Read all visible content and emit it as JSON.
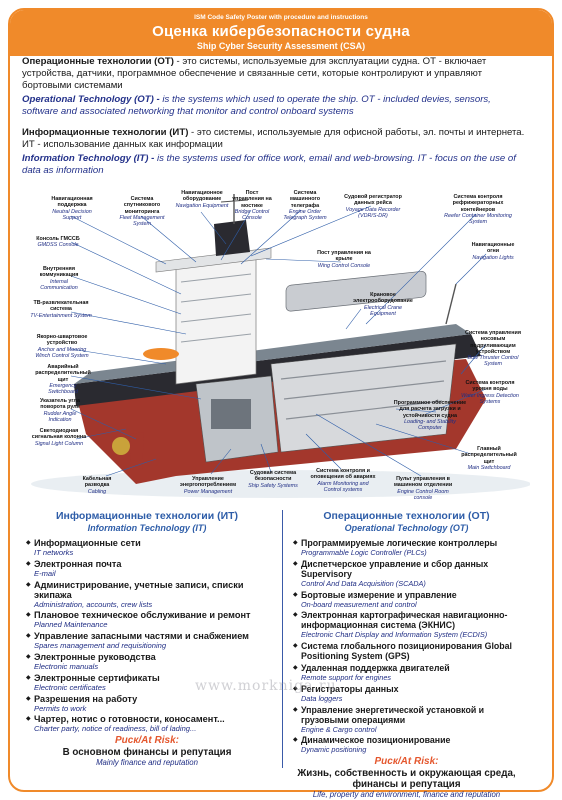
{
  "header": {
    "top_line": "ISM Code Safety Poster with procedure and instructions",
    "title": "Оценка кибербезопасности судна",
    "subtitle": "Ship Cyber Security Assessment (CSA)"
  },
  "intro": {
    "ot_ru_term": "Операционные технологии (ОТ)",
    "ot_ru_text": " - это системы, используемые для эксплуатации судна. ОТ - включает устройства, датчики, программное обеспечение и связанные сети, которые контролируют и управляют бортовыми системами",
    "ot_en_term": "Operational Technology (OT) -",
    "ot_en_text": " is the systems which used to operate the ship. OT - included devies, sensors, software and associated networking that monitor and control onboard systems",
    "it_ru_term": "Информационные технологии (ИТ)",
    "it_ru_text": " - это системы, используемые для офисной работы, эл. почты и интернета. ИТ - использование данных как информации",
    "it_en_term": "Information Technology (IT) -",
    "it_en_text": " is the systems used for office work, email and web-browsing. IT - focus on the use of data as information"
  },
  "labels": [
    {
      "ru": "Навигационная поддержка",
      "en": "Neutral Decision Support"
    },
    {
      "ru": "Система спутникового мониторинга",
      "en": "Fleet Management System"
    },
    {
      "ru": "Навигационное оборудование",
      "en": "Navigation Equipment"
    },
    {
      "ru": "Пост управления на мостике",
      "en": "Bridge Control Console"
    },
    {
      "ru": "Система машинного телеграфа",
      "en": "Engine Order Telegraph System"
    },
    {
      "ru": "Судовой регистратор данных рейса",
      "en": "Voyage Data Recorder (VDR/S-DR)"
    },
    {
      "ru": "Система контроля рефрижераторных контейнеров",
      "en": "Reefer Container Monitoring System"
    },
    {
      "ru": "Консоль ГМССБ",
      "en": "GMDSS Console"
    },
    {
      "ru": "Пост управления на крыле",
      "en": "Wing Control Console"
    },
    {
      "ru": "Навигационные огни",
      "en": "Navigation Lights"
    },
    {
      "ru": "Внутренняя коммуникация",
      "en": "Internal Communication"
    },
    {
      "ru": "Крановое электрооборудование",
      "en": "Electrical Crane Equipment"
    },
    {
      "ru": "ТВ-развлекательная система",
      "en": "TV-Entertainment System"
    },
    {
      "ru": "Якорно-швартовое устройство",
      "en": "Anchor and Mooring Winch Control System"
    },
    {
      "ru": "Система управления носовым подруливающим устройством",
      "en": "Bow Thruster Control System"
    },
    {
      "ru": "Аварийный распределительный щит",
      "en": "Emergency Switchboard"
    },
    {
      "ru": "Система контроля уровня воды",
      "en": "Water Ingress Detection Systems"
    },
    {
      "ru": "Указатель угла поворота руля",
      "en": "Rudder Angle Indication"
    },
    {
      "ru": "Программное обеспечение для расчета загрузки и устойчивости судна",
      "en": "Loading- and Stability Computer"
    },
    {
      "ru": "Светодиодная сигнальная колонна",
      "en": "Signal Light Column"
    },
    {
      "ru": "Главный распределительный щит",
      "en": "Main Switchboard"
    },
    {
      "ru": "Кабельная разводка",
      "en": "Cabling"
    },
    {
      "ru": "Управление энергопотреблением",
      "en": "Power Management"
    },
    {
      "ru": "Судовая система безопасности",
      "en": "Ship Safety Systems"
    },
    {
      "ru": "Система контроля и оповещения об авариях",
      "en": "Alarm Monitoring and Control systems"
    },
    {
      "ru": "Пульт управления в машинном отделении",
      "en": "Engine Control Room console"
    }
  ],
  "it_column": {
    "heading": "Информационные технологии (ИТ)",
    "subheading": "Information Technology (IT)",
    "items": [
      {
        "ru": "Информационные сети",
        "en": "IT networks"
      },
      {
        "ru": "Электронная почта",
        "en": "E-mail"
      },
      {
        "ru": "Администрирование, учетные записи, списки экипажа",
        "en": "Administration, accounts, crew lists"
      },
      {
        "ru": "Плановое техническое обслуживание и ремонт",
        "en": "Planned Maintenance"
      },
      {
        "ru": "Управление запасными частями и снабжением",
        "en": "Spares management and requisitioning"
      },
      {
        "ru": "Электронные руководства",
        "en": "Electronic manuals"
      },
      {
        "ru": "Электронные сертификаты",
        "en": "Electronic certificates"
      },
      {
        "ru": "Разрешения на работу",
        "en": "Permits to work"
      },
      {
        "ru": "Чартер, нотис о готовности, коносамент...",
        "en": "Charter party, notice of readiness, bill of lading..."
      }
    ],
    "risk_label": "Риск/At Risk:",
    "risk_ru": "В основном финансы и репутация",
    "risk_en": "Mainly finance and reputation"
  },
  "ot_column": {
    "heading": "Операционные технологии (ОТ)",
    "subheading": "Operational Technology (OT)",
    "items": [
      {
        "ru": "Программируемые логические контроллеры",
        "en": "Programmable Logic Controller (PLCs)"
      },
      {
        "ru": "Диспетчерское управление и сбор данных Supervisory",
        "en": "Control And Data Acquisition (SCADA)"
      },
      {
        "ru": "Бортовые измерение и управление",
        "en": "On-board measurement and control"
      },
      {
        "ru": "Электронная картографическая навигационно-информационная система (ЭКНИС)",
        "en": "Electronic Chart Display and Information System (ECDIS)"
      },
      {
        "ru": "Система глобального позиционирования Global Positioning System (GPS)",
        "en": ""
      },
      {
        "ru": "Удаленная поддержка двигателей",
        "en": "Remote support for engines"
      },
      {
        "ru": "Регистраторы данных",
        "en": "Data loggers"
      },
      {
        "ru": "Управление энергетической установкой и грузовыми операциями",
        "en": "Engine & Cargo control"
      },
      {
        "ru": "Динамическое позиционирование",
        "en": "Dynamic positioning"
      }
    ],
    "risk_label": "Риск/At Risk:",
    "risk_ru": "Жизнь, собственность и окружающая среда, финансы и репутация",
    "risk_en": "Life, property and environment, finance and reputation"
  },
  "watermark": "www.morkniga.ru",
  "colors": {
    "accent_orange": "#f08a2a",
    "heading_blue": "#2e5da8",
    "english_blue": "#1f2d84",
    "risk_red": "#e4572e",
    "hull_red": "#a3372c",
    "hull_dark": "#2a2a30"
  }
}
